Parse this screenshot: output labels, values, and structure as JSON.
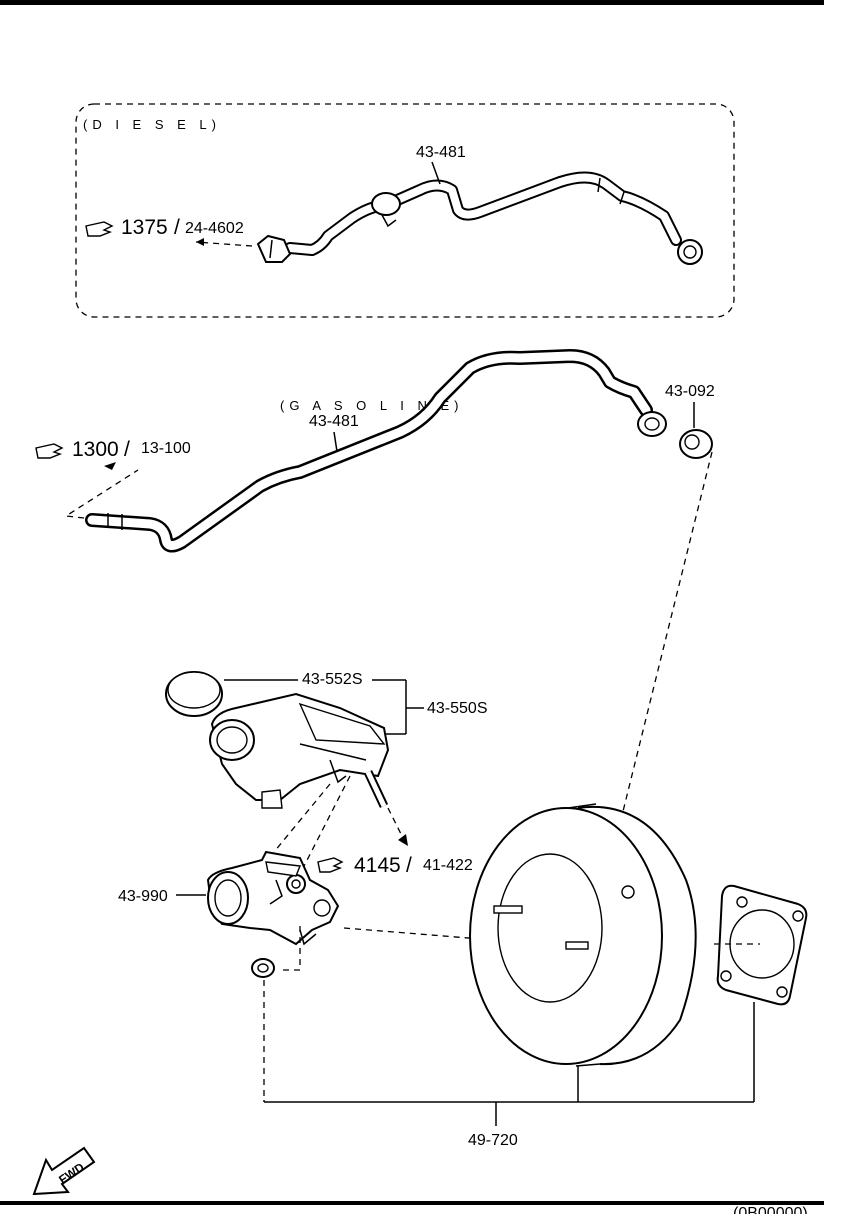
{
  "diagram": {
    "sections": {
      "diesel": "(D I E S E L)",
      "gasoline": "(G A S O L I N E)"
    },
    "parts": {
      "pipe_diesel": "43-481",
      "pipe_gasoline": "43-481",
      "grommet": "43-092",
      "reservoir_cap": "43-552S",
      "reservoir": "43-550S",
      "master_cylinder": "43-990",
      "booster": "49-720"
    },
    "refs": [
      {
        "big": "1375",
        "small": "24-4602"
      },
      {
        "big": "1300",
        "small": "13-100"
      },
      {
        "big": "4145",
        "small": "41-422"
      }
    ],
    "fwd": "FWD",
    "footer_code": "(0B00000)"
  }
}
